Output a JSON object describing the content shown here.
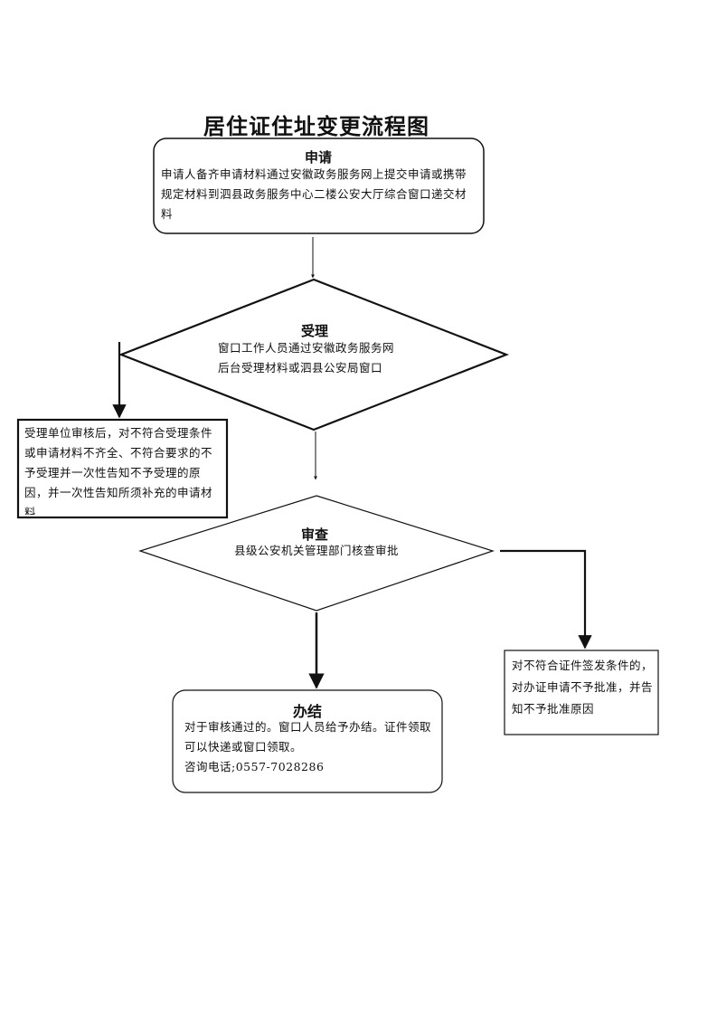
{
  "title": "居住证住址变更流程图",
  "nodes": {
    "apply": {
      "label": "申请",
      "text": "申请人备齐申请材料通过安徽政务服务网上提交申请或携带规定材料到泗县政务服务中心二楼公安大厅综合窗口递交材料"
    },
    "accept": {
      "label": "受理",
      "text": "窗口工作人员通过安徽政务服务网后台受理材料或泗县公安局窗口"
    },
    "reject": {
      "text": "受理单位审核后，对不符合受理条件或申请材料不齐全、不符合要求的不予受理并一次性告知不予受理的原因，并一次性告知所须补充的申请材料"
    },
    "review": {
      "label": "审查",
      "text": "县级公安机关管理部门核查审批"
    },
    "deny": {
      "text": "对不符合证件签发条件的，对办证申请不予批准，并告知不予批准原因"
    },
    "finish": {
      "label": "办结",
      "line1": "对于审核通过的。窗口人员给予办结。证件领取可以快递或窗口领取。",
      "line2": "咨询电话;0557-7028286"
    }
  }
}
